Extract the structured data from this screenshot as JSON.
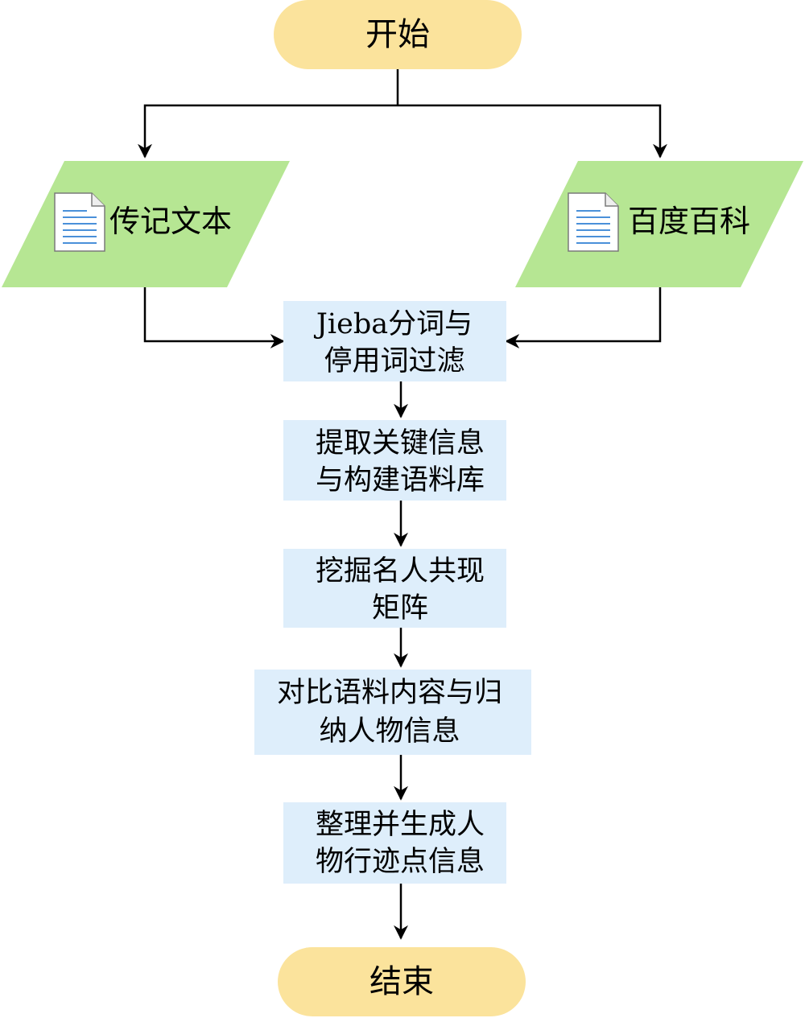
{
  "colors": {
    "terminal_fill": "#fbe39c",
    "data_fill": "#b6e693",
    "process_fill": "#deeefb",
    "arrow": "#000000",
    "doc_icon_lines": "#4a90d9"
  },
  "start": {
    "label": "开始"
  },
  "inputs": [
    {
      "label": "传记文本",
      "icon": "document-icon"
    },
    {
      "label": "百度百科",
      "icon": "document-icon"
    }
  ],
  "steps": [
    {
      "lines": [
        "Jieba分词与",
        "停用词过滤"
      ]
    },
    {
      "lines": [
        "提取关键信息",
        "与构建语料库"
      ]
    },
    {
      "lines": [
        "挖掘名人共现",
        "矩阵"
      ]
    },
    {
      "lines": [
        "对比语料内容与归",
        "纳人物信息"
      ]
    },
    {
      "lines": [
        "整理并生成人",
        "物行迹点信息"
      ]
    }
  ],
  "end": {
    "label": "结束"
  }
}
